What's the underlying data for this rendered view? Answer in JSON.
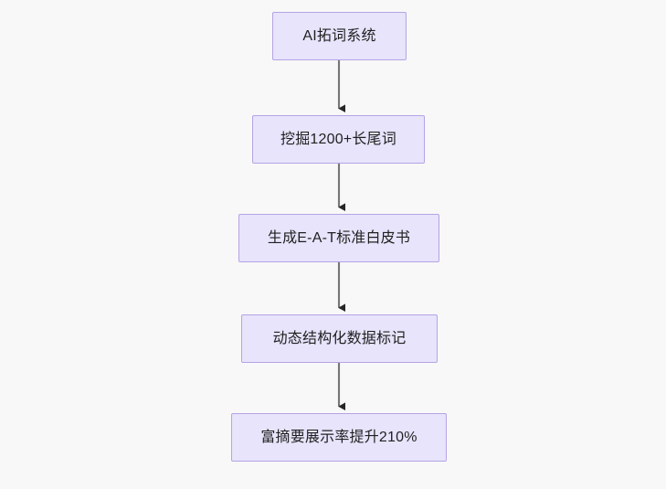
{
  "diagram": {
    "type": "flowchart",
    "direction": "top-to-bottom",
    "background_color": "#f8f8f8",
    "node_fill_color": "#e7e4fb",
    "node_border_color": "#b6a3e4",
    "node_text_color": "#1f2020",
    "edge_color": "#767676",
    "arrowhead_color": "#262626",
    "nodes": [
      {
        "id": "n0",
        "label": "AI拓词系统"
      },
      {
        "id": "n1",
        "label": "挖掘1200+长尾词"
      },
      {
        "id": "n2",
        "label": "生成E-A-T标准白皮书"
      },
      {
        "id": "n3",
        "label": "动态结构化数据标记"
      },
      {
        "id": "n4",
        "label": "富摘要展示率提升210%"
      }
    ],
    "edges": [
      {
        "from": "n0",
        "to": "n1",
        "label": ""
      },
      {
        "from": "n1",
        "to": "n2",
        "label": ""
      },
      {
        "from": "n2",
        "to": "n3",
        "label": ""
      },
      {
        "from": "n3",
        "to": "n4",
        "label": ""
      }
    ]
  }
}
